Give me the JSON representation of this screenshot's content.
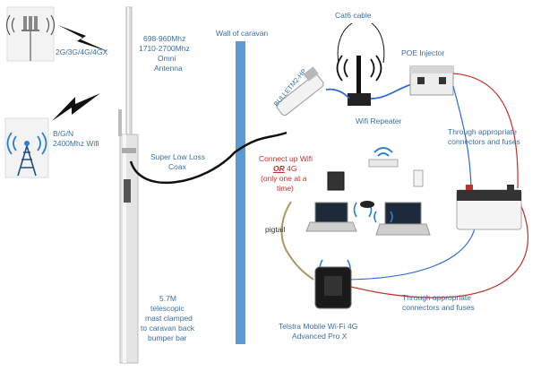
{
  "labels": {
    "cell_bands": "2G/3G/4G/4GX",
    "wifi_bands_1": "B/G/N",
    "wifi_bands_2": "2400Mhz Wifi",
    "omni_1": "698-960Mhz",
    "omni_2": "1710-2700Mhz",
    "omni_3": "Omni",
    "omni_4": "Antenna",
    "wall": "Wall of caravan",
    "cat6": "Cat6 cable",
    "poe": "POE Injector",
    "bullet": "BULLETM2-HP",
    "wifi_repeater": "Wifi Repeater",
    "coax_1": "Super Low Loss",
    "coax_2": "Coax",
    "connect_1": "Connect up Wifi",
    "connect_or": "OR",
    "connect_4g": " 4G",
    "connect_3": "(only one at a",
    "connect_4": "time)",
    "fuses_top_1": "Through appropriate",
    "fuses_top_2": "connectors and fuses",
    "fuses_bot_1": "Through appropriate",
    "fuses_bot_2": "connectors and fuses",
    "pigtail": "pigtail",
    "mast_1": "5.7M",
    "mast_2": "telescopic",
    "mast_3": "mast clamped",
    "mast_4": "to caravan back",
    "mast_5": "bumper bar",
    "telstra_1": "Telstra Mobile Wi-Fi 4G",
    "telstra_2": "Advanced Pro X"
  },
  "colors": {
    "label_blue": "#3b6fa0",
    "wall_blue": "#5b9bd5",
    "power_red": "#c0302a",
    "ethernet_blue": "#2a6bd8",
    "coax_black": "#111111"
  }
}
